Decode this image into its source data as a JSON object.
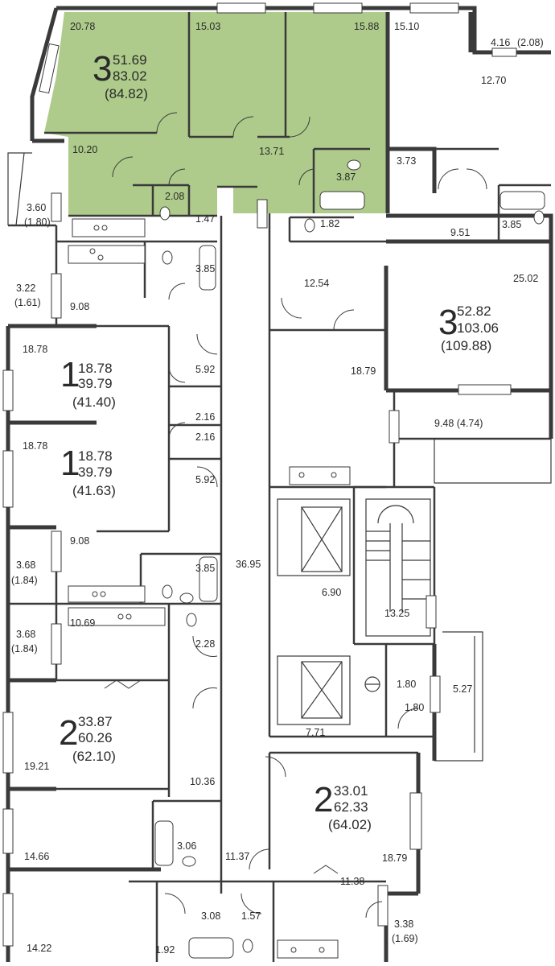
{
  "apartments": [
    {
      "id": "apt-3-top",
      "rooms": "3",
      "living": "51.69",
      "total": "83.02",
      "total_with_balcony": "(84.82)",
      "highlighted": true
    },
    {
      "id": "apt-3-right",
      "rooms": "3",
      "living": "52.82",
      "total": "103.06",
      "total_with_balcony": "(109.88)"
    },
    {
      "id": "apt-1-upper",
      "rooms": "1",
      "living": "18.78",
      "total": "39.79",
      "total_with_balcony": "(41.40)"
    },
    {
      "id": "apt-1-lower",
      "rooms": "1",
      "living": "18.78",
      "total": "39.79",
      "total_with_balcony": "(41.63)"
    },
    {
      "id": "apt-2-left",
      "rooms": "2",
      "living": "33.87",
      "total": "60.26",
      "total_with_balcony": "(62.10)"
    },
    {
      "id": "apt-2-right",
      "rooms": "2",
      "living": "33.01",
      "total": "62.33",
      "total_with_balcony": "(64.02)"
    }
  ],
  "room_areas": [
    "20.78",
    "15.03",
    "15.88",
    "15.10",
    "4.16",
    "(2.08)",
    "12.70",
    "10.20",
    "13.71",
    "3.87",
    "3.73",
    "2.08",
    "1.47",
    "1.82",
    "3.60",
    "(1.80)",
    "9.51",
    "3.85",
    "3.85",
    "25.02",
    "12.54",
    "3.22",
    "(1.61)",
    "9.08",
    "18.78",
    "5.92",
    "18.79",
    "2.16",
    "2.16",
    "18.78",
    "5.92",
    "9.48 (4.74)",
    "9.08",
    "3.85",
    "3.68",
    "(1.84)",
    "36.95",
    "6.90",
    "13.25",
    "10.69",
    "3.68",
    "(1.84)",
    "2.28",
    "1.80",
    "5.27",
    "1.80",
    "7.71",
    "19.21",
    "10.36",
    "3.06",
    "11.37",
    "14.66",
    "18.79",
    "11.38",
    "3.08",
    "1.57",
    "3.38",
    "(1.69)",
    "14.22",
    "1.92"
  ]
}
